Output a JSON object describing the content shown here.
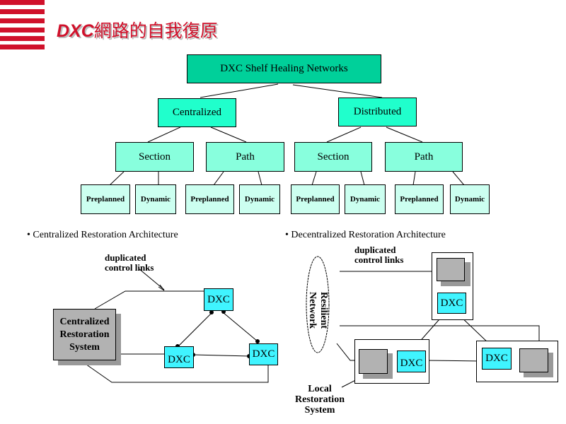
{
  "header": {
    "title_latin": "DXC",
    "title_cjk": "網路的自我復原",
    "brand_color": "#d0112b"
  },
  "tree": {
    "root": "DXC Shelf Healing Networks",
    "centralized": "Centralized",
    "distributed": "Distributed",
    "section": "Section",
    "path": "Path",
    "preplanned": "Preplanned",
    "dynamic": "Dynamic"
  },
  "centralized_arch": {
    "caption": "• Centralized Restoration Architecture",
    "annotation_line1": "duplicated",
    "annotation_line2": "control links",
    "system_line1": "Centralized",
    "system_line2": "Restoration",
    "system_line3": "System",
    "node_label": "DXC"
  },
  "decentralized_arch": {
    "caption": "• Decentralized Restoration Architecture",
    "annotation_line1": "duplicated",
    "annotation_line2": "control links",
    "network_line1": "Resilient",
    "network_line2": "Network",
    "local_line1": "Local",
    "local_line2": "Restoration",
    "local_line3": "System",
    "node_label": "DXC"
  },
  "colors": {
    "root": "#00d09a",
    "level1": "#20ffcc",
    "level2": "#88ffdd",
    "level3": "#ccfff0",
    "dxc_node": "#40f4ff",
    "restoration_system": "#b2b2b2"
  }
}
